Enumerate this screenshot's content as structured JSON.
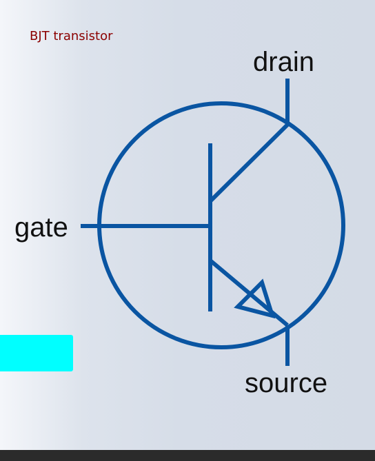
{
  "caption": "BJT transistor",
  "terminals": {
    "drain": "drain",
    "gate": "gate",
    "source": "source"
  },
  "colors": {
    "symbol_stroke": "#0a55a2",
    "caption_text": "#8b0000",
    "cyan_block": "#00ffff",
    "bottom_bar": "#2b2b2b"
  }
}
